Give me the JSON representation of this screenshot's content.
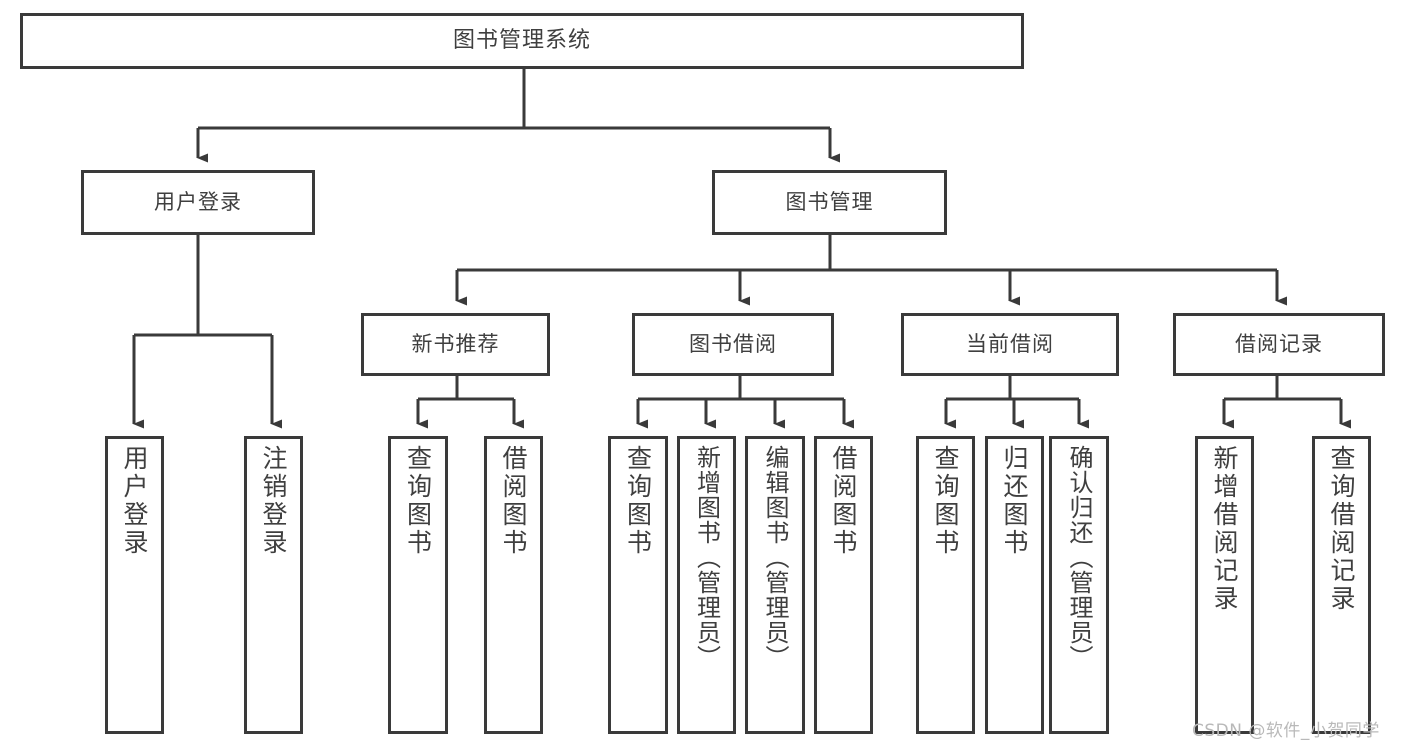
{
  "diagram": {
    "title": "图书管理系统",
    "type": "tree-hierarchy-diagram",
    "colors": {
      "box_border": "#3a3a3a",
      "box_fill": "#ffffff",
      "text": "#3f3f3f",
      "edge": "#3a3a3a",
      "background": "#ffffff",
      "watermark": "#b9b9b9"
    }
  },
  "root": {
    "label": "图书管理系统"
  },
  "level1": [
    {
      "label": "用户登录"
    },
    {
      "label": "图书管理"
    }
  ],
  "level2": [
    {
      "label": "新书推荐"
    },
    {
      "label": "图书借阅"
    },
    {
      "label": "当前借阅"
    },
    {
      "label": "借阅记录"
    }
  ],
  "leaves": {
    "user_login": [
      {
        "label": "用户登录"
      },
      {
        "label": "注销登录"
      }
    ],
    "new_book_recommend": [
      {
        "label": "查询图书"
      },
      {
        "label": "借阅图书"
      }
    ],
    "book_borrow": [
      {
        "label": "查询图书"
      },
      {
        "label": "新增图书（管理员）"
      },
      {
        "label": "编辑图书（管理员）"
      },
      {
        "label": "借阅图书"
      }
    ],
    "current_borrow": [
      {
        "label": "查询图书"
      },
      {
        "label": "归还图书"
      },
      {
        "label": "确认归还（管理员）"
      }
    ],
    "borrow_record": [
      {
        "label": "新增借阅记录"
      },
      {
        "label": "查询借阅记录"
      }
    ]
  },
  "watermark": {
    "text": "CSDN @软件_小贺同学"
  }
}
